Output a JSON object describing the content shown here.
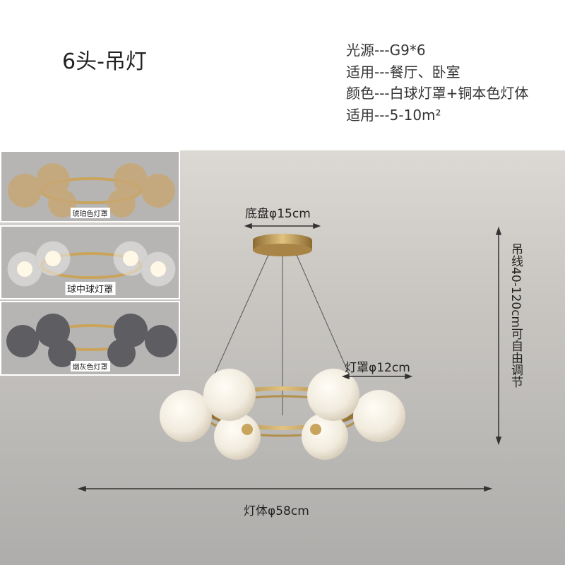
{
  "title": "6头-吊灯",
  "specs": [
    "光源---G9*6",
    "适用---餐厅、卧室",
    "颜色---白球灯罩+铜本色灯体",
    "适用---5-10m²"
  ],
  "variants": [
    {
      "caption": "琥珀色灯罩",
      "color": "#c8a775"
    },
    {
      "caption": "球中球灯罩",
      "color": "#e8e8e6"
    },
    {
      "caption": "烟灰色灯罩",
      "color": "#5e5e62"
    }
  ],
  "dimensions": {
    "canopy": "底盘φ15cm",
    "shade": "灯罩φ12cm",
    "cable": "吊线40-120cm可自由调节",
    "body": "灯体φ58cm"
  },
  "colors": {
    "brass": "#c9a45c",
    "globe": "#f3efe6"
  }
}
